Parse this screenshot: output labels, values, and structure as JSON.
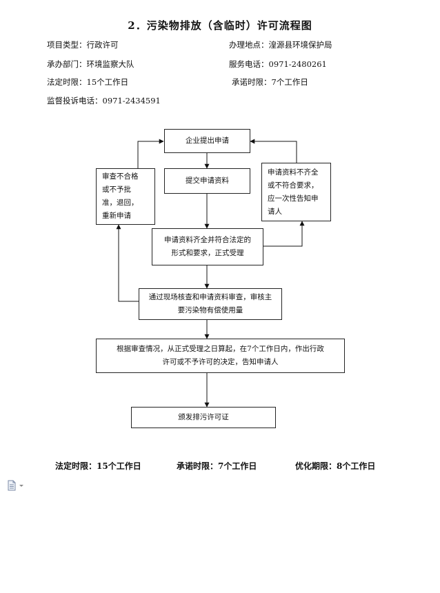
{
  "title": "2．污染物排放（含临时）许可流程图",
  "meta": {
    "item_type": "项目类型：行政许可",
    "location": "办理地点：湟源县环境保护局",
    "department": "承办部门：环境监察大队",
    "phone": "服务电话：0971-2480261",
    "legal_limit": "法定时限：15个工作日",
    "promise_limit": "承诺时限：7个工作日",
    "complaint_phone": "监督投诉电话：0971-2434591"
  },
  "flow": {
    "apply": "企业提出申请",
    "submit": "提交申请资料",
    "reject_lines": [
      "审查不合格",
      "或不予批",
      "准，退回，",
      "重新申请"
    ],
    "incomplete_lines": [
      "申请资料不齐全",
      "或不符合要求，",
      "应一次性告知申",
      "请人"
    ],
    "accept_lines": [
      "申请资料齐全并符合法定的",
      "形式和要求，正式受理"
    ],
    "review_lines": [
      "通过现场核查和申请资料审查，审核主",
      "要污染物有偿使用量"
    ],
    "decision_lines": [
      "根据审查情况，从正式受理之日算起，在7个工作日内，作出行政",
      "许可或不予许可的决定，告知申请人"
    ],
    "issue": "颁发排污许可证"
  },
  "footer": {
    "legal": "法定时限：15个工作日",
    "promise": "承诺时限：7个工作日",
    "optimized": "优化期限：8个工作日"
  }
}
